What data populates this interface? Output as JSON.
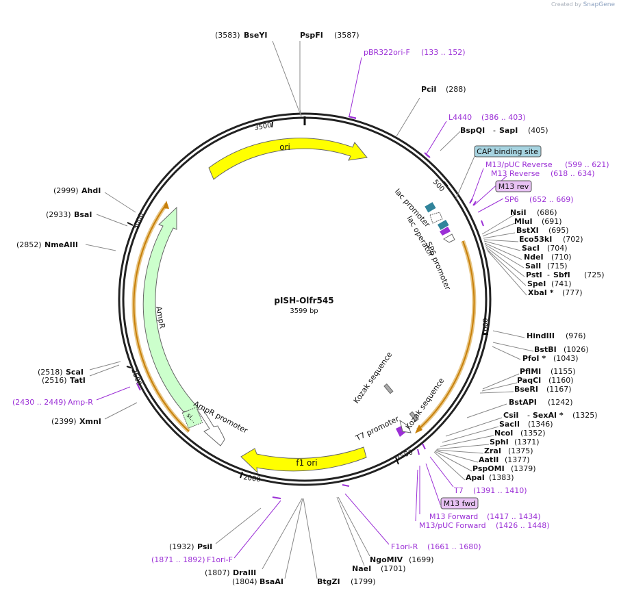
{
  "credit": {
    "prefix": "Created by",
    "brand": "SnapGene"
  },
  "plasmid": {
    "name": "pISH-Olfr545",
    "length": "3599 bp"
  },
  "tick_labels": [
    "500",
    "1000",
    "1500",
    "2000",
    "2500",
    "3000",
    "3500"
  ],
  "features": {
    "ori": "ori",
    "f1_ori": "f1 ori",
    "ampr": "AmpR",
    "ampr_promoter": "AmpR promoter",
    "ampr_promoter_short": "si...",
    "lac_promoter": "lac promoter",
    "lac_operator": "lac operator",
    "sp6_promoter": "SP6 promoter",
    "t7_promoter": "T7 promoter",
    "kozak1": "Kozak sequence",
    "kozak2": "Kozak sequence"
  },
  "enzymes": {
    "bseyi": {
      "name": "BseYI",
      "pos": "(3583)"
    },
    "pspfi": {
      "name": "PspFI",
      "pos": "(3587)"
    },
    "pcii": {
      "name": "PciI",
      "pos": "(288)"
    },
    "bspqi": {
      "name": "BspQI",
      "sep": "-",
      "name2": "SapI",
      "pos": "(405)"
    },
    "nsii": {
      "name": "NsiI",
      "pos": "(686)"
    },
    "mlui": {
      "name": "MluI",
      "pos": "(691)"
    },
    "bstxi": {
      "name": "BstXI",
      "pos": "(695)"
    },
    "eco53ki": {
      "name": "Eco53kI",
      "pos": "(702)"
    },
    "saci": {
      "name": "SacI",
      "pos": "(704)"
    },
    "ndei": {
      "name": "NdeI",
      "pos": "(710)"
    },
    "sali": {
      "name": "SalI",
      "pos": "(715)"
    },
    "psti": {
      "name": "PstI",
      "sep": "-",
      "name2": "SbfI",
      "pos": "(725)"
    },
    "spei": {
      "name": "SpeI",
      "pos": "(741)"
    },
    "xbai": {
      "name": "XbaI *",
      "pos": "(777)"
    },
    "hindiii": {
      "name": "HindIII",
      "pos": "(976)"
    },
    "bstbi": {
      "name": "BstBI",
      "pos": "(1026)"
    },
    "pfoi": {
      "name": "PfoI *",
      "pos": "(1043)"
    },
    "pfimi": {
      "name": "PflMI",
      "pos": "(1155)"
    },
    "paqci": {
      "name": "PaqCI",
      "pos": "(1160)"
    },
    "bseri": {
      "name": "BseRI",
      "pos": "(1167)"
    },
    "bstapi": {
      "name": "BstAPI",
      "pos": "(1242)"
    },
    "csii": {
      "name": "CsiI",
      "sep": "-",
      "name2": "SexAI *",
      "pos": "(1325)"
    },
    "sacii": {
      "name": "SacII",
      "pos": "(1346)"
    },
    "ncoi": {
      "name": "NcoI",
      "pos": "(1352)"
    },
    "sphi": {
      "name": "SphI",
      "pos": "(1371)"
    },
    "zrai": {
      "name": "ZraI",
      "pos": "(1375)"
    },
    "aatii": {
      "name": "AatII",
      "pos": "(1377)"
    },
    "pspomi": {
      "name": "PspOMI",
      "pos": "(1379)"
    },
    "apai": {
      "name": "ApaI",
      "pos": "(1383)"
    },
    "ngomiv": {
      "name": "NgoMIV",
      "pos": "(1699)"
    },
    "naei": {
      "name": "NaeI",
      "pos": "(1701)"
    },
    "btgzi": {
      "name": "BtgZI",
      "pos": "(1799)"
    },
    "bsaai": {
      "name": "BsaAI",
      "pos": "(1804)"
    },
    "draiii": {
      "name": "DraIII",
      "pos": "(1807)"
    },
    "psii": {
      "name": "PsiI",
      "pos": "(1932)"
    },
    "xmni": {
      "name": "XmnI",
      "pos": "(2399)"
    },
    "tati": {
      "name": "TatI",
      "pos": "(2516)"
    },
    "scai": {
      "name": "ScaI",
      "pos": "(2518)"
    },
    "nmeaiii": {
      "name": "NmeAIII",
      "pos": "(2852)"
    },
    "bsai": {
      "name": "BsaI",
      "pos": "(2933)"
    },
    "ahdi": {
      "name": "AhdI",
      "pos": "(2999)"
    }
  },
  "primers": {
    "pbr322ori_f": {
      "name": "pBR322ori-F",
      "range": "(133 .. 152)"
    },
    "l4440": {
      "name": "L4440",
      "range": "(386 .. 403)"
    },
    "cap": {
      "name": "CAP binding site"
    },
    "m13puc_rev": {
      "name": "M13/pUC Reverse",
      "range": "(599 .. 621)"
    },
    "m13_reverse": {
      "name": "M13 Reverse",
      "range": "(618 .. 634)"
    },
    "m13_rev": {
      "name": "M13 rev"
    },
    "sp6": {
      "name": "SP6",
      "range": "(652 .. 669)"
    },
    "t7": {
      "name": "T7",
      "range": "(1391 .. 1410)"
    },
    "m13_fwd": {
      "name": "M13 fwd"
    },
    "m13_forward": {
      "name": "M13 Forward",
      "range": "(1417 .. 1434)"
    },
    "m13puc_fwd": {
      "name": "M13/pUC Forward",
      "range": "(1426 .. 1448)"
    },
    "f1ori_r": {
      "name": "F1ori-R",
      "range": "(1661 .. 1680)"
    },
    "f1ori_f": {
      "name": "F1ori-F",
      "range": "(1871 .. 1892)"
    },
    "amp_r": {
      "name": "Amp-R",
      "range": "(2430 .. 2449)"
    }
  }
}
